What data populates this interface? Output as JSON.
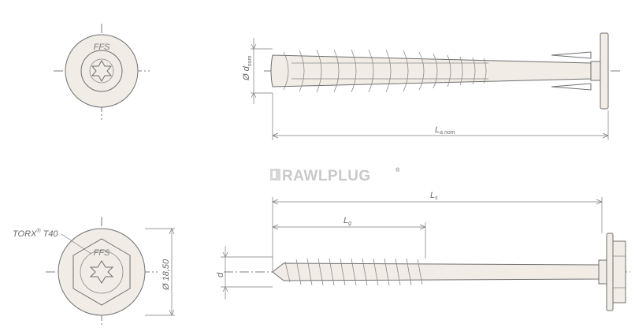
{
  "logo": {
    "brand": "RAWLPLUG",
    "registered_mark": "®"
  },
  "plug": {
    "head_marking": "FFS",
    "diameter_label": "Ø d",
    "diameter_sub": "nom",
    "length_label": "L",
    "length_sub": "a nom"
  },
  "screw": {
    "head_marking": "FFS",
    "drive_label": "TORX",
    "drive_mark": "®",
    "drive_size": "T40",
    "head_diameter_label": "Ø 18,50",
    "thread_diameter_label": "d",
    "total_length_label": "L",
    "total_length_sub": "s",
    "thread_length_label": "L",
    "thread_length_sub": "g"
  },
  "colors": {
    "line": "#6f6f6f",
    "fill": "#f1ede6",
    "logo": "#c9c9c9"
  }
}
